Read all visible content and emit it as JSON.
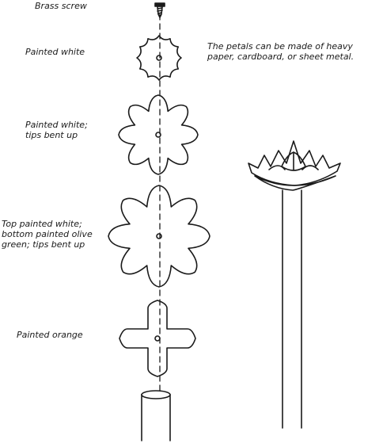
{
  "labels": {
    "brass_screw": "Brass screw",
    "painted_white": "Painted white",
    "painted_white_tips_line1": "Painted white;",
    "painted_white_tips_line2": "tips bent up",
    "top_bottom_line1": "Top painted white;",
    "top_bottom_line2": "bottom painted olive",
    "top_bottom_line3": "green; tips bent up",
    "painted_orange": "Painted orange",
    "note_line1": "The petals can be made of heavy",
    "note_line2": "paper, cardboard, or sheet metal."
  },
  "colors": {
    "ink": "#1a1a1a",
    "paper": "#ffffff"
  }
}
